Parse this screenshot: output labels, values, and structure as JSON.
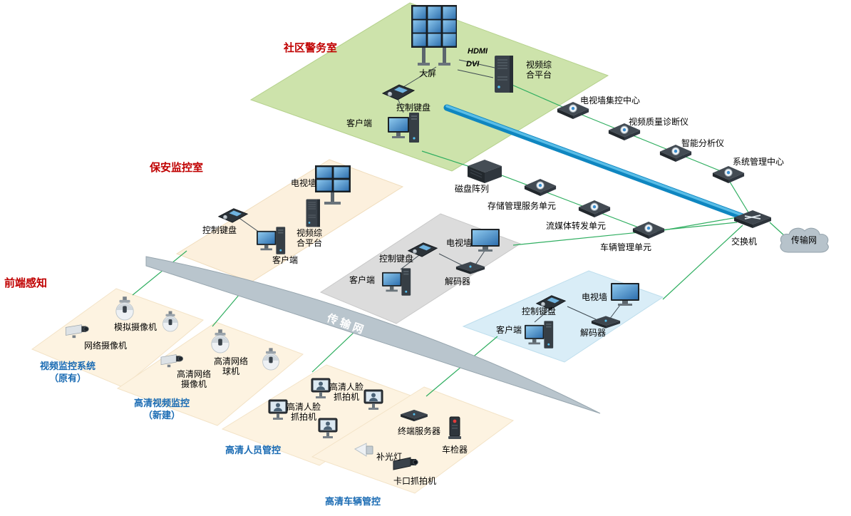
{
  "zones": {
    "community": "社区警务室",
    "security": "保安监控室",
    "frontend": "前端感知",
    "existing_line1": "视频监控系统",
    "existing_line2": "（原有）",
    "hd_video_line1": "高清视频监控",
    "hd_video_line2": "（新建）",
    "hd_person": "高清人员管控",
    "hd_vehicle": "高清车辆管控"
  },
  "common": {
    "keyboard": "控制键盘",
    "client": "客户端",
    "tvwall": "电视墙",
    "decoder": "解码器",
    "platform_line1": "视频综",
    "platform_line2": "合平台"
  },
  "devices": {
    "big_screen": "大屏",
    "hdmi": "HDMI",
    "dvi": "DVI",
    "tvwall_control_center": "电视墙集控中心",
    "video_quality_diagnosis": "视频质量诊断仪",
    "intelligent_analyzer": "智能分析仪",
    "system_mgmt_center": "系统管理中心",
    "disk_array": "磁盘阵列",
    "storage_mgmt_unit": "存储管理服务单元",
    "stream_forward_unit": "流媒体转发单元",
    "vehicle_mgmt_unit": "车辆管理单元",
    "switch": "交换机",
    "transport_network": "传输网",
    "analog_camera": "模拟摄像机",
    "network_camera": "网络摄像机",
    "hd_dome_line1": "高清网络",
    "hd_dome_line2": "球机",
    "hd_camera_line1": "高清网络",
    "hd_camera_line2": "摄像机",
    "face_capture_line1": "高清人脸",
    "face_capture_line2": "抓拍机",
    "terminal_server": "终端服务器",
    "vehicle_detector": "车检器",
    "fill_light": "补光灯",
    "checkpoint_camera": "卡口抓拍机"
  }
}
